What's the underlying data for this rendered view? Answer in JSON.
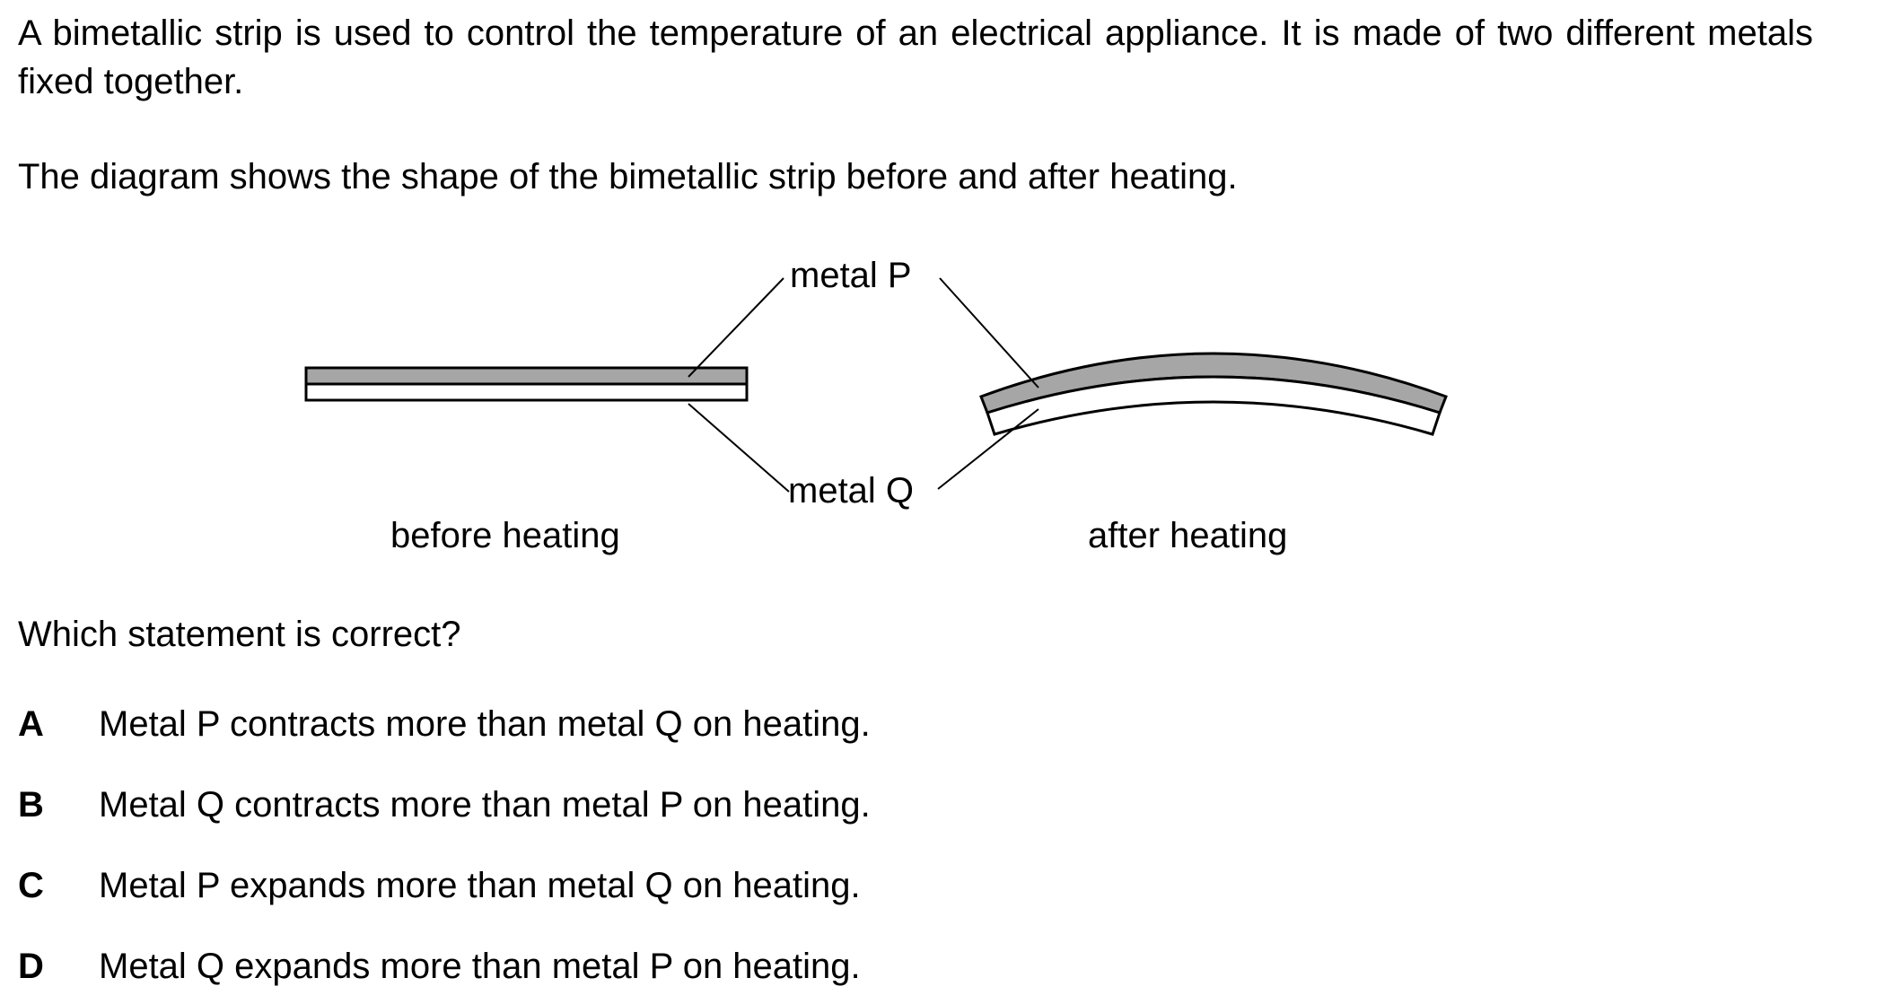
{
  "question": {
    "intro": "A bimetallic strip is used to control the temperature of an electrical appliance. It is made of two different metals fixed together.",
    "diagram_caption": "The diagram shows the shape of the bimetallic strip before and after heating.",
    "prompt": "Which statement is correct?"
  },
  "diagram": {
    "label_p": "metal P",
    "label_q": "metal Q",
    "before": "before heating",
    "after": "after heating",
    "metal_p_color": "#a6a6a6",
    "metal_q_color": "#ffffff"
  },
  "options": [
    {
      "letter": "A",
      "text": "Metal P contracts more than metal Q on heating."
    },
    {
      "letter": "B",
      "text": "Metal Q contracts more than metal P on heating."
    },
    {
      "letter": "C",
      "text": "Metal P expands more than metal Q on heating."
    },
    {
      "letter": "D",
      "text": "Metal Q expands more than metal P on heating."
    }
  ]
}
